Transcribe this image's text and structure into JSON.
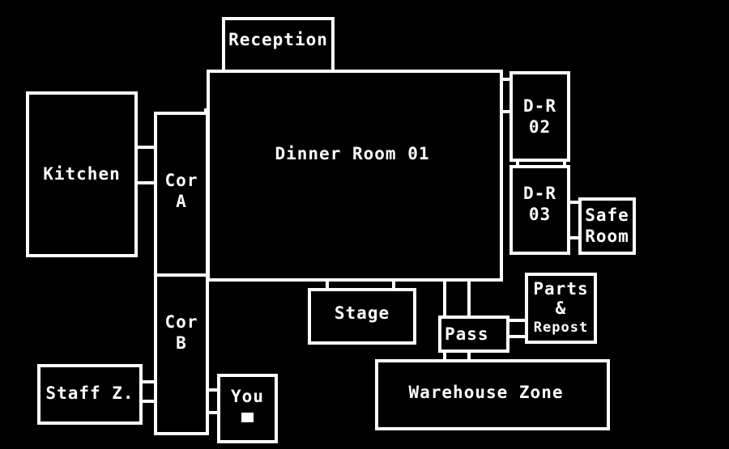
{
  "rooms": {
    "reception": "Reception",
    "dinner_room": "Dinner Room 01",
    "kitchen": "Kitchen",
    "cor_a": "Cor\nA",
    "cor_b": "Cor\nB",
    "dr02": "D-R\n02",
    "dr03": "D-R\n03",
    "safe_room": "Safe\nRoom",
    "stage": "Stage",
    "pass": "Pass",
    "parts_repost_line1": "Parts",
    "parts_repost_line2": "&",
    "parts_repost_line3": "Repost",
    "warehouse": "Warehouse Zone",
    "staff": "Staff Z.",
    "you": "You"
  },
  "colors": {
    "background": "#000000",
    "wall": "#ffffff"
  }
}
